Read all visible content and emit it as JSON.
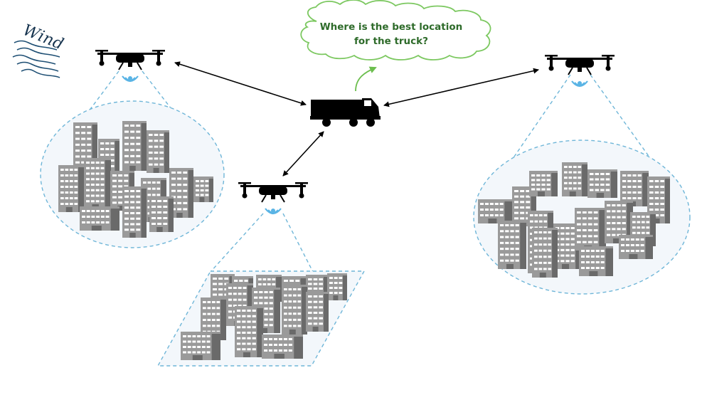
{
  "question": {
    "line1": "Where is the best location",
    "line2": "for the truck?"
  },
  "wind": {
    "label": "Wind"
  },
  "colors": {
    "cloud_stroke": "#7cc860",
    "question_text": "#2e6b2a",
    "coverage": "#6fb6d8",
    "coverage_fill": "#f3f7fb",
    "signal": "#5ab4e5",
    "building": "#9a9a9a",
    "building_dark": "#6a6a6a",
    "window": "#ffffff",
    "wind": "#1d4e73",
    "arrow": "#000000",
    "vehicle": "#000000"
  }
}
